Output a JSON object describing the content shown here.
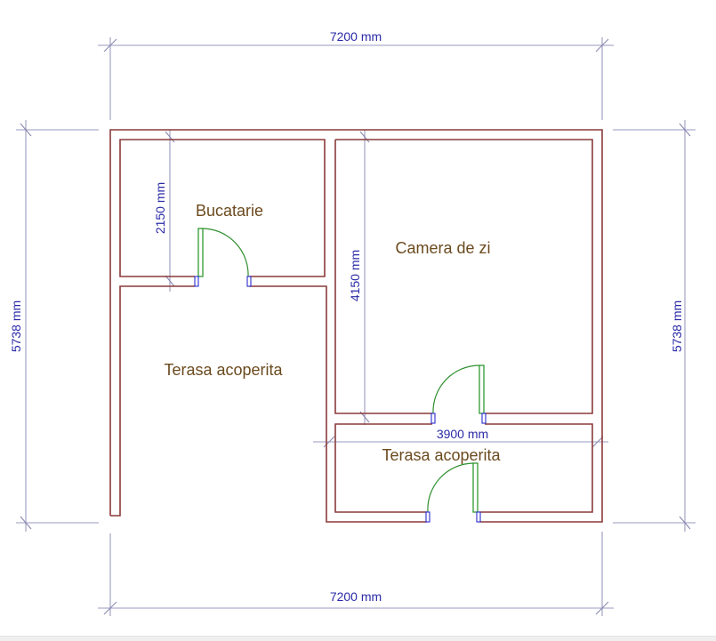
{
  "plan": {
    "rooms": [
      {
        "id": "kitchen",
        "label": "Bucatarie"
      },
      {
        "id": "living",
        "label": "Camera de zi"
      },
      {
        "id": "terrace_left",
        "label": "Terasa acoperita"
      },
      {
        "id": "terrace_bottom",
        "label": "Terasa acoperita"
      }
    ],
    "dimensions": {
      "top_width": "7200 mm",
      "bottom_width": "7200 mm",
      "left_height": "5738 mm",
      "right_height": "5738 mm",
      "kitchen_height": "2150 mm",
      "living_height": "4150 mm",
      "terrace_width": "3900 mm"
    },
    "colors": {
      "wall": "#8b3a3a",
      "dimension_line": "#9a9ac0",
      "dimension_text": "#2a2aa8",
      "room_label": "#6b4a1e",
      "door": "#2f9a2f",
      "door_jamb": "#2c2ccf"
    }
  }
}
